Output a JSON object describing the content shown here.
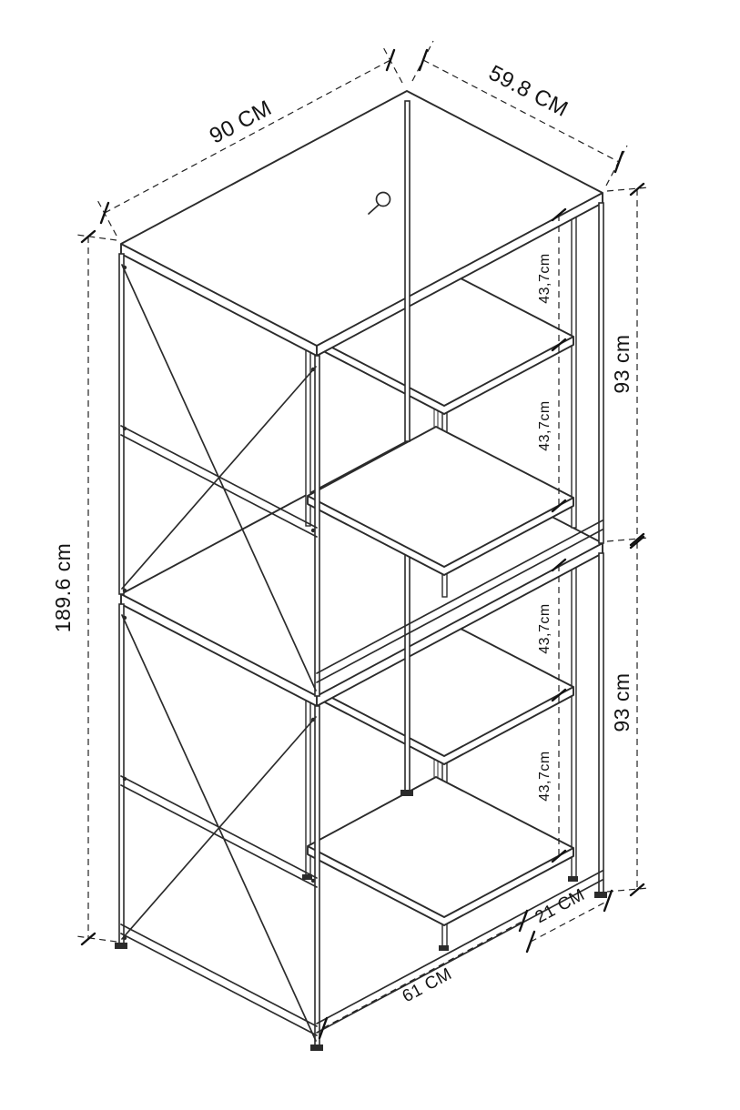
{
  "dimensions": {
    "top_width": "90 CM",
    "top_depth": "59.8 CM",
    "total_height": "189.6 cm",
    "upper_tier_height": "93 cm",
    "lower_tier_height": "93 cm",
    "upper_shelf_gap_1": "43,7cm",
    "upper_shelf_gap_2": "43,7cm",
    "lower_shelf_gap_1": "43,7cm",
    "lower_shelf_gap_2": "43,7cm",
    "bottom_opening_width": "61 CM",
    "bottom_shelf_depth": "21 CM"
  },
  "icons": {
    "magnifier": "magnifier-icon"
  },
  "colors": {
    "line": "#2b2b2b",
    "dimension_text": "#141414",
    "background": "#ffffff"
  }
}
